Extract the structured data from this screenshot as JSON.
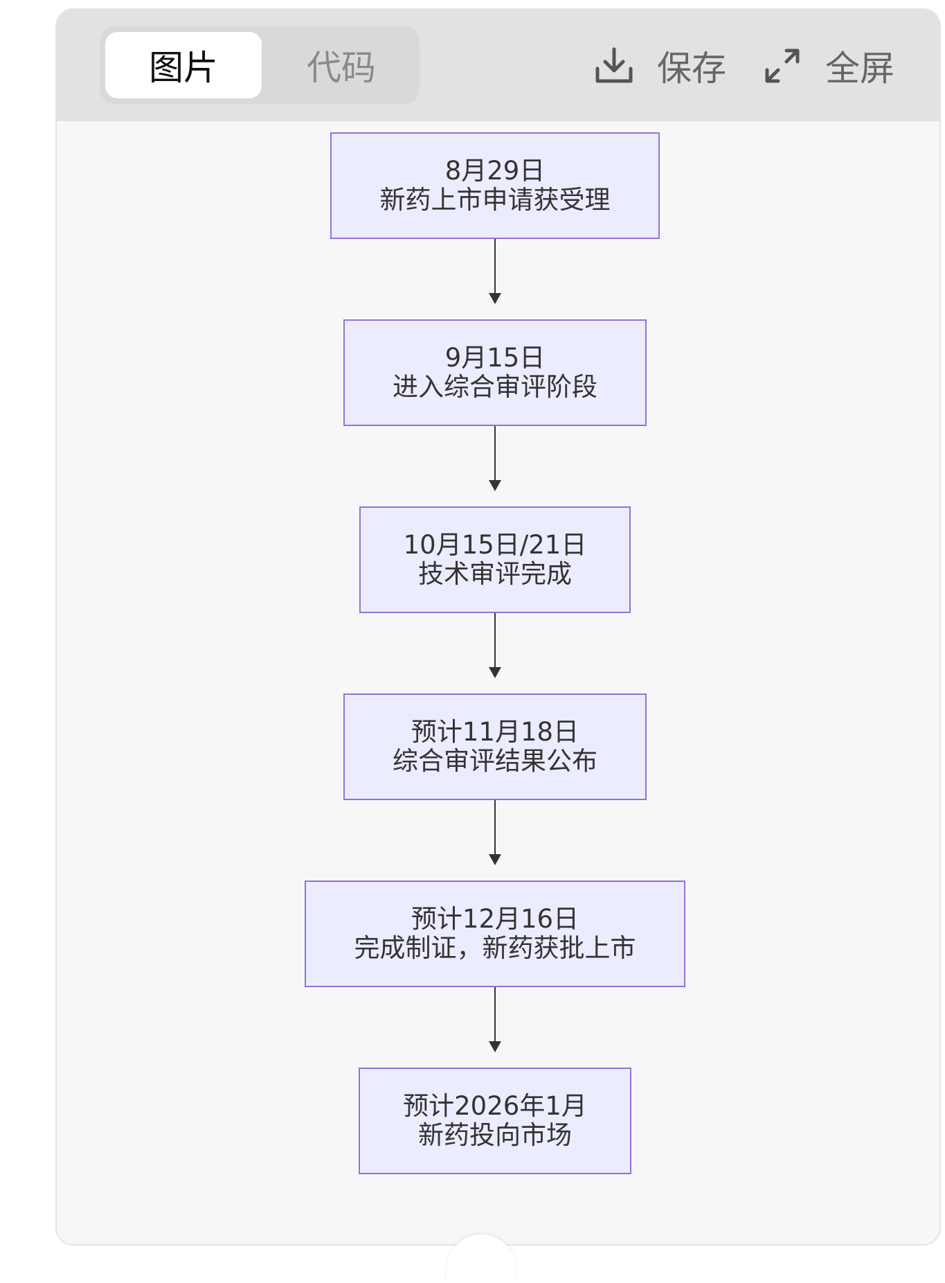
{
  "toolbar": {
    "tabs": [
      {
        "label": "图片",
        "active": true
      },
      {
        "label": "代码",
        "active": false
      }
    ],
    "save_label": "保存",
    "save_icon": "download-icon",
    "fullscreen_label": "全屏",
    "fullscreen_icon": "expand-icon"
  },
  "flowchart": {
    "nodes": [
      {
        "line1": "8月29日",
        "line2": "新药上市申请获受理"
      },
      {
        "line1": "9月15日",
        "line2": "进入综合审评阶段"
      },
      {
        "line1": "10月15日/21日",
        "line2": "技术审评完成"
      },
      {
        "line1": "预计11月18日",
        "line2": "综合审评结果公布"
      },
      {
        "line1": "预计12月16日",
        "line2": "完成制证，新药获批上市"
      },
      {
        "line1": "预计2026年1月",
        "line2": "新药投向市场"
      }
    ],
    "colors": {
      "node_fill": "#ececff",
      "node_stroke": "#9370db",
      "edge": "#333333"
    }
  }
}
